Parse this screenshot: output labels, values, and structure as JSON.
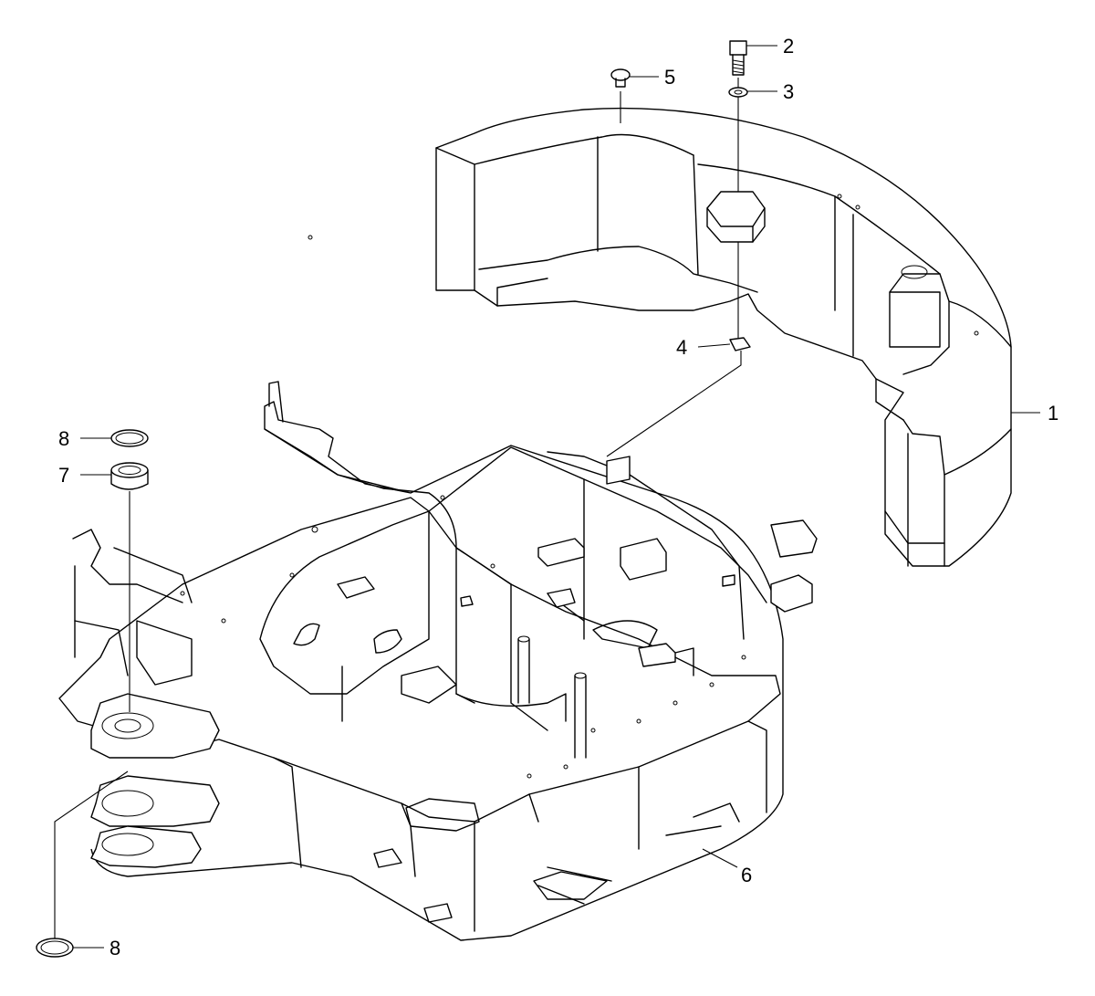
{
  "callouts": {
    "c1": "1",
    "c2": "2",
    "c3": "3",
    "c4": "4",
    "c5": "5",
    "c6": "6",
    "c7": "7",
    "c8_top": "8",
    "c8_bottom": "8"
  },
  "parts": [
    {
      "id": "counterweight",
      "callout": "1"
    },
    {
      "id": "bolt",
      "callout": "2"
    },
    {
      "id": "washer",
      "callout": "3"
    },
    {
      "id": "shim-plate",
      "callout": "4"
    },
    {
      "id": "plug",
      "callout": "5"
    },
    {
      "id": "upper-frame",
      "callout": "6"
    },
    {
      "id": "bushing",
      "callout": "7"
    },
    {
      "id": "seal-ring",
      "callout": "8"
    }
  ]
}
